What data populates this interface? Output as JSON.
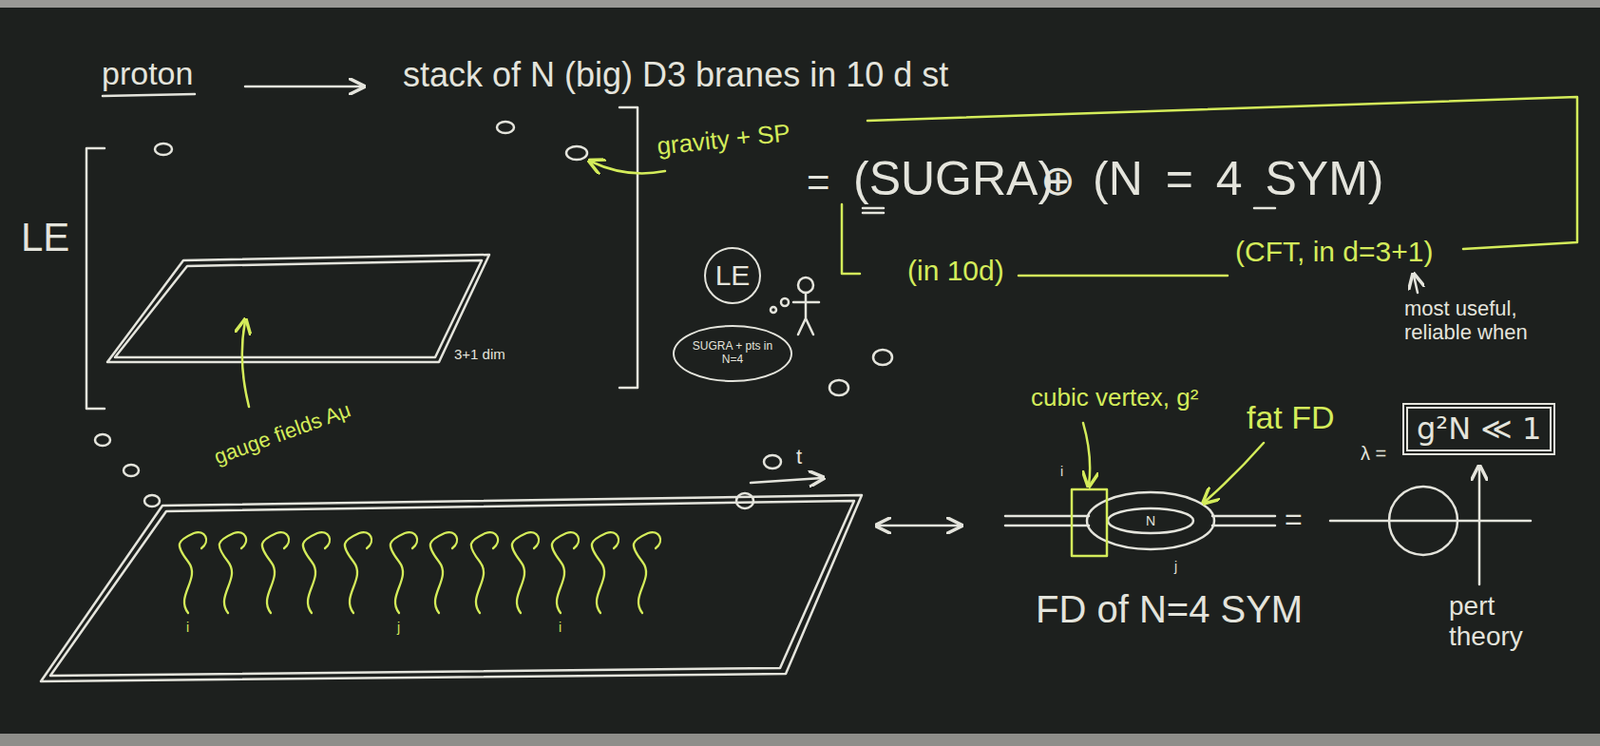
{
  "diagram": {
    "nodes": [
      {
        "text": [
          "LE"
        ]
      },
      {
        "text": [
          "SUGRA + pts in N=4"
        ]
      },
      {
        "text": [
          "g²N ≪ 1"
        ]
      }
    ],
    "labels": [
      "proton",
      "stack of N (big) D3 branes in 10 d st",
      "LE",
      "gravity + SP",
      "=",
      "(SUGRA)",
      "⊕",
      "(N = 4 SYM)",
      "(in 10d)",
      "(CFT, in d=3+1)",
      "3+1 dim",
      "gauge fields Aμ",
      "most useful, reliable when",
      "cubic vertex, g²",
      "fat FD",
      "λ =",
      "t",
      "N",
      "=",
      "FD of N=4 SYM",
      "pert theory",
      "i",
      "j",
      "i",
      "j",
      "i"
    ]
  }
}
